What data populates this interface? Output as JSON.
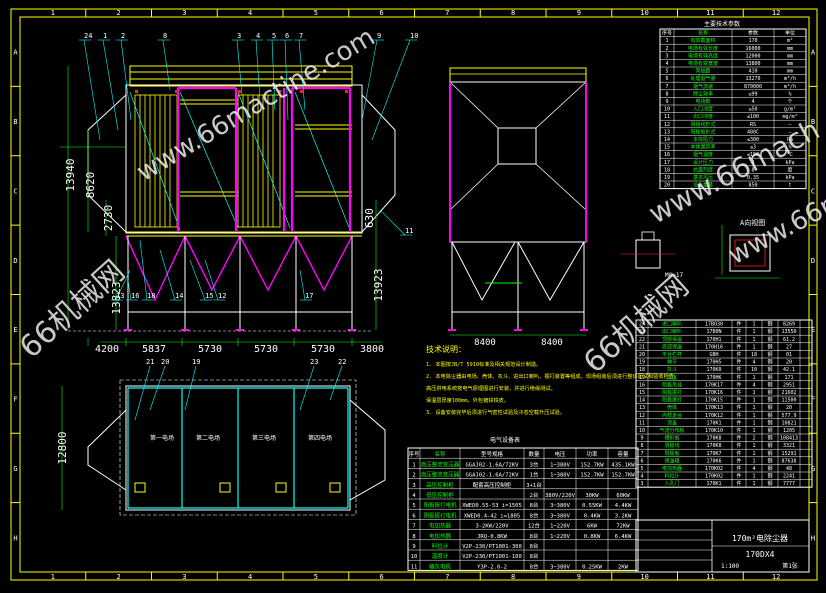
{
  "frame": {
    "column_numbers": [
      "1",
      "2",
      "3",
      "4",
      "5",
      "6",
      "7",
      "8",
      "9",
      "10",
      "11",
      "12"
    ],
    "row_letters": [
      "A",
      "B",
      "C",
      "D",
      "E",
      "F",
      "G",
      "H"
    ]
  },
  "watermarks": [
    "www.66mactine.com",
    "66机械网",
    "www.66mach",
    "66机械网",
    "www.66machi"
  ],
  "colors": {
    "frame": "#ffff00",
    "line": "#ffffff",
    "dim": "#00ff00",
    "accent": "#ff00ff",
    "cyan": "#00ffff",
    "red": "#ff2020"
  },
  "front_view": {
    "part_callouts": [
      "24",
      "1",
      "2",
      "8",
      "3",
      "4",
      "5",
      "6",
      "7",
      "9",
      "10",
      "11",
      "18",
      "14",
      "13",
      "12",
      "17",
      "15",
      "16"
    ],
    "dimensions": {
      "height_total": "13940",
      "height_upper": "8620",
      "height_mid": "2730",
      "height_lower": "13823",
      "right_upper": "630",
      "right_lower": "13923",
      "bottom": [
        "4200",
        "5837",
        "5730",
        "5730",
        "5730",
        "3800"
      ]
    }
  },
  "side_view": {
    "dimensions": [
      "8400",
      "8400"
    ]
  },
  "plan_view": {
    "part_callouts": [
      "21",
      "20",
      "19",
      "23",
      "22"
    ],
    "width_dim": "12800",
    "field_labels": [
      "第一电场",
      "第二电场",
      "第三电场",
      "第四电场"
    ]
  },
  "detail": {
    "title": "A向视图",
    "note": "M0=17"
  },
  "tech_requirements": {
    "title": "技术说明：",
    "lines": [
      "1. 本图按JB/T 5910标准及相关规范设计制造。",
      "2. 本电除尘器由电场、壳体、灰斗、进出口喇叭、振打装置等组成，现场组装后须进行整体调试和验收检查。",
      "高压供电系统按电气原理图进行安装，并进行绝缘测试。",
      "保温层厚度100mm，外包镀锌铁皮。",
      "3. 设备安装完毕后须进行气密性试验及冷态空载升压试验。"
    ]
  },
  "params_table": {
    "title": "主要技术参数",
    "header": [
      "序号",
      "名称",
      "参数",
      "单位"
    ],
    "rows": [
      [
        "1",
        "有效截面积",
        "170",
        "m²"
      ],
      [
        "2",
        "电场有效长度",
        "16000",
        "mm"
      ],
      [
        "3",
        "电场有效高度",
        "12000",
        "mm"
      ],
      [
        "4",
        "电场有效宽度",
        "13800",
        "mm"
      ],
      [
        "5",
        "同极距",
        "410",
        "mm"
      ],
      [
        "6",
        "处理烟气量",
        "13270",
        "m³/h"
      ],
      [
        "7",
        "烟气流速",
        "870000",
        "m³/h"
      ],
      [
        "8",
        "除尘效率",
        "≥99",
        "%"
      ],
      [
        "9",
        "电场数",
        "4",
        "个"
      ],
      [
        "10",
        "入口浓度",
        "≤50",
        "g/m³"
      ],
      [
        "11",
        "出口浓度",
        "≤100",
        "mg/m³"
      ],
      [
        "12",
        "阴极线形式",
        "RS",
        "—"
      ],
      [
        "13",
        "阳极板形式",
        "480C",
        "—"
      ],
      [
        "14",
        "本体阻力",
        "≤300",
        "Pa"
      ],
      [
        "15",
        "本体漏风率",
        "≤3",
        "%"
      ],
      [
        "16",
        "烟气温度",
        "≤150",
        "℃"
      ],
      [
        "17",
        "设计压力",
        "4",
        "kPa"
      ],
      [
        "18",
        "抗震烈度",
        "8",
        "度"
      ],
      [
        "19",
        "基本风压",
        "0.35",
        "kPa"
      ],
      [
        "20",
        "设备重量",
        "850",
        "t"
      ]
    ]
  },
  "parts_table": {
    "rows": [
      [
        "24",
        "进口喇叭",
        "17BO30",
        "1",
        "钢",
        "8269"
      ],
      [
        "23",
        "出口喇叭",
        "17B0N",
        "1",
        "钢",
        "13550"
      ],
      [
        "22",
        "顶部保温",
        "170H1",
        "1",
        "钢",
        "61.2"
      ],
      [
        "21",
        "底部保温",
        "170H16",
        "1",
        "钢",
        "27"
      ],
      [
        "20",
        "平台栏杆",
        "GBH",
        "18",
        "钢",
        "01"
      ],
      [
        "19",
        "梯子",
        "170H5",
        "4",
        "钢",
        "20"
      ],
      [
        "18",
        "灰斗",
        "170K0",
        "10",
        "钢",
        "42.1"
      ],
      [
        "17",
        "支座",
        "170HK",
        "1",
        "钢",
        "171"
      ],
      [
        "16",
        "阴极吊挂",
        "170K17",
        "4",
        "钢",
        "2951"
      ],
      [
        "15",
        "阴极振打",
        "170K16",
        "1",
        "钢",
        "21602"
      ],
      [
        "14",
        "阳极振打",
        "170K15",
        "1",
        "钢",
        "11500"
      ],
      [
        "13",
        "壳体",
        "170K13",
        "1",
        "钢",
        "20"
      ],
      [
        "12",
        "内部走台",
        "170K12",
        "1",
        "钢",
        "577.9"
      ],
      [
        "11",
        "顶盖",
        "170K1",
        "1",
        "钢",
        "10821"
      ],
      [
        "10",
        "气流分布板",
        "170K10",
        "1",
        "钢",
        "1205"
      ],
      [
        "9",
        "槽形板",
        "170K8",
        "2",
        "钢",
        "108413"
      ],
      [
        "8",
        "阴极线",
        "170K8",
        "1",
        "钢",
        "3321"
      ],
      [
        "7",
        "阳极板",
        "170K7",
        "1",
        "钢",
        "15291"
      ],
      [
        "6",
        "保温箱",
        "170K6",
        "1",
        "钢",
        "87638"
      ],
      [
        "5",
        "电加热器",
        "170K02",
        "4",
        "钢",
        "48"
      ],
      [
        "4",
        "料位计",
        "170K02",
        "1",
        "钢",
        "2241"
      ],
      [
        "3",
        "人孔门",
        "170K1",
        "1",
        "钢",
        "7777"
      ]
    ]
  },
  "electrical_table": {
    "title": "电气设备表",
    "header": [
      "序号",
      "名称",
      "型号规格",
      "数量",
      "电压",
      "功率",
      "容量"
    ],
    "rows": [
      [
        "1",
        "高压整流变压器",
        "GGAJ02-1.6A/72KV",
        "3台",
        "1~380V",
        "152.7KW",
        "435.1KW"
      ],
      [
        "2",
        "高压整流变压器",
        "GGAJ02-1.6A/72KV",
        "1台",
        "1~380V",
        "152.7KW",
        "152.7KW"
      ],
      [
        "3",
        "高压控制柜",
        "配套高压控制柜",
        "3+1台",
        "",
        "",
        ""
      ],
      [
        "4",
        "低压控制柜",
        "",
        "2台",
        "380V/220V",
        "30KW",
        "60KW"
      ],
      [
        "5",
        "阳极振打电机",
        "XWED0.55-53 i=1505",
        "8台",
        "3~380V",
        "0.55KW",
        "4.4KW"
      ],
      [
        "6",
        "阴极振打电机",
        "XWED0.4-42 i=1805",
        "8台",
        "3~380V",
        "0.4KW",
        "3.2KW"
      ],
      [
        "7",
        "电加热器",
        "3-2KW/220V",
        "12台",
        "1~220V",
        "6KW",
        "72KW"
      ],
      [
        "8",
        "电加热器",
        "JRQ-0.8KW",
        "8台",
        "1~220V",
        "0.8KW",
        "6.4KW"
      ],
      [
        "9",
        "料位计",
        "V2P-230/PT1001-300",
        "8台",
        "",
        "",
        ""
      ],
      [
        "10",
        "温度计",
        "V2P-230/PT1001-100",
        "8台",
        "",
        "",
        ""
      ],
      [
        "11",
        "输灰电机",
        "Y3P-2.0-2",
        "8台",
        "3~380V",
        "0.25KW",
        "2KW"
      ]
    ]
  },
  "title_block": {
    "drawing_name": "170m²电除尘器",
    "drawing_no": "170DX4",
    "scale": "1:100",
    "sheet": "第1张"
  }
}
